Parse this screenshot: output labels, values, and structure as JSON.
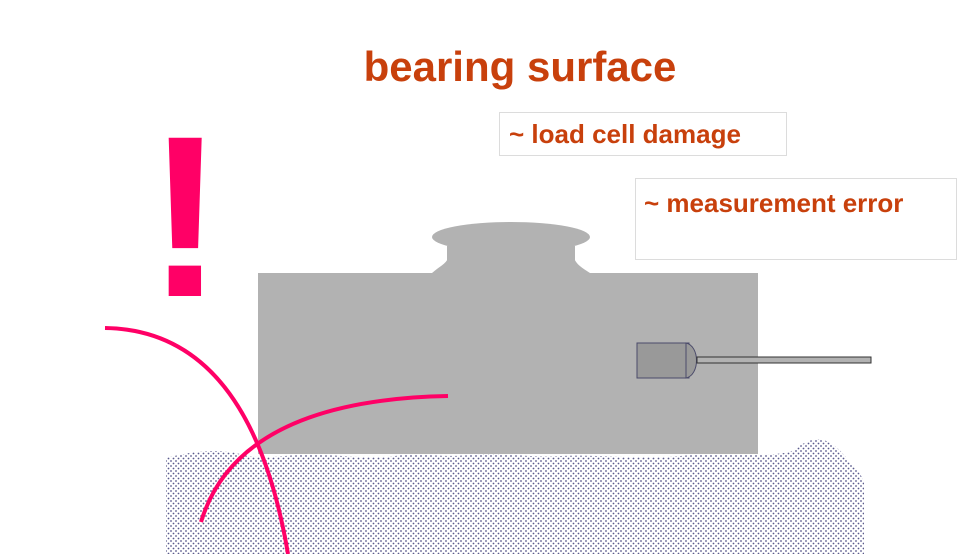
{
  "title": "bearing surface",
  "callouts": {
    "load_cell_damage": "~ load cell damage",
    "measurement_error": "~ measurement error"
  },
  "warning_mark": "!",
  "colors": {
    "title_text": "#c8400c",
    "warning": "#ff0066",
    "load_cell_body": "#b2b2b2",
    "connector": "#999999",
    "ground_dots": "#5a5a8c"
  }
}
